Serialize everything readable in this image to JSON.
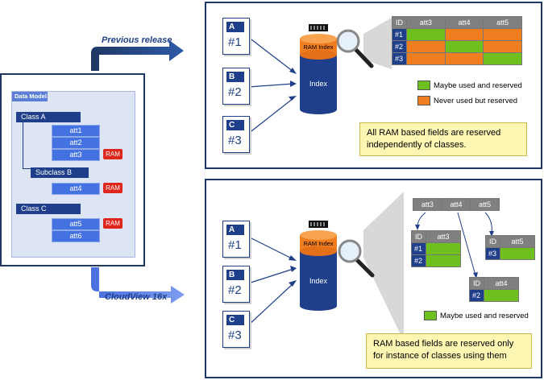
{
  "captions": {
    "previous": "Previous release",
    "cloudview": "CloudView 16x"
  },
  "data_model": {
    "title": "Data Model",
    "class_a": "Class A",
    "subclass_b": "Subclass  B",
    "class_c": "Class C",
    "attributes": [
      "att1",
      "att2",
      "att3",
      "att4",
      "att5",
      "att6"
    ],
    "ram": "RAM"
  },
  "docs": [
    {
      "letter": "A",
      "num": "#1"
    },
    {
      "letter": "B",
      "num": "#2"
    },
    {
      "letter": "C",
      "num": "#3"
    }
  ],
  "db": {
    "ram_index": "RAM Index",
    "index": "Index"
  },
  "top_table": {
    "headers": [
      "ID",
      "att3",
      "att4",
      "att5"
    ],
    "rows": [
      {
        "id": "#1",
        "cells": [
          "green",
          "orange",
          "orange"
        ]
      },
      {
        "id": "#2",
        "cells": [
          "orange",
          "green",
          "orange"
        ]
      },
      {
        "id": "#3",
        "cells": [
          "orange",
          "orange",
          "green"
        ]
      }
    ]
  },
  "legend": {
    "maybe": "Maybe used and reserved",
    "never": "Never used but reserved"
  },
  "notes": {
    "top": "All RAM based fields are reserved independently of classes.",
    "bottom": "RAM based fields are reserved only for instance of classes using them"
  },
  "bottom_tables": {
    "heads": [
      "att3",
      "att4",
      "att5"
    ],
    "a": {
      "headers": [
        "ID",
        "att3"
      ],
      "rows": [
        "#1",
        "#2"
      ]
    },
    "b": {
      "headers": [
        "ID",
        "att4"
      ],
      "rows": [
        "#2"
      ]
    },
    "c": {
      "headers": [
        "ID",
        "att5"
      ],
      "rows": [
        "#3"
      ]
    }
  },
  "colors": {
    "green": "#6fbf1f",
    "orange": "#f07d1f",
    "navy": "#1f3f8a",
    "attr_blue": "#4472e0",
    "ram_red": "#e0251b"
  }
}
